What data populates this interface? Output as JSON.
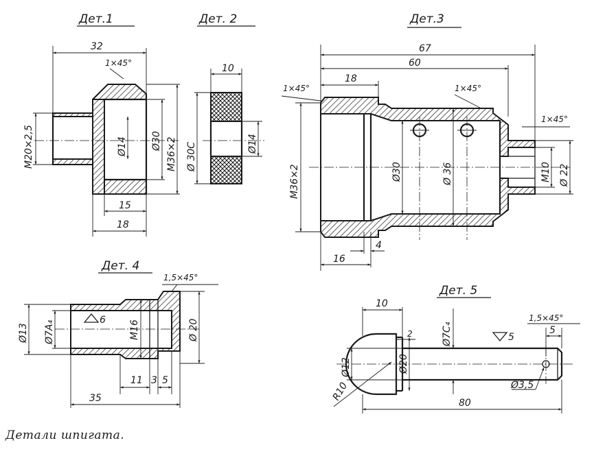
{
  "caption": "Детали шпигата.",
  "part1": {
    "title": "Дет.1",
    "dims": {
      "d32": "32",
      "chamfer": "1×45°",
      "m20": "M20×2,5",
      "d14": "Ø14",
      "d30": "Ø30",
      "m36": "M36×2",
      "d15": "15",
      "d18": "18"
    }
  },
  "part2": {
    "title": "Дет. 2",
    "dims": {
      "d10": "10",
      "d30c": "Ø 30C",
      "d14": "Ø14"
    }
  },
  "part3": {
    "title": "Дет.3",
    "dims": {
      "d67": "67",
      "d60": "60",
      "d18": "18",
      "chamfer_left": "1×45°",
      "chamfer_mid": "1×45°",
      "chamfer_right": "1×45°",
      "m36": "M36×2",
      "d30": "Ø30",
      "d36": "Ø 36",
      "m10": "M10",
      "d22": "Ø 22",
      "d4": "4",
      "d16": "16"
    }
  },
  "part4": {
    "title": "Дет. 4",
    "dims": {
      "chamfer": "1,5×45°",
      "d13": "Ø13",
      "d7a": "Ø7A₄",
      "rough": "6",
      "m16": "M16",
      "d20": "Ø 20",
      "d11": "11",
      "d3": "3",
      "d5": "5",
      "d35": "35"
    }
  },
  "part5": {
    "title": "Дет. 5",
    "dims": {
      "d10": "10",
      "d7c": "Ø7C₄",
      "rough": "5",
      "chamfer": "1,5×45°",
      "d5": "5",
      "d2": "2",
      "d12": "Ø12",
      "d20": "Ø20",
      "r10": "R10",
      "d35": "Ø3,5",
      "d80": "80"
    }
  }
}
